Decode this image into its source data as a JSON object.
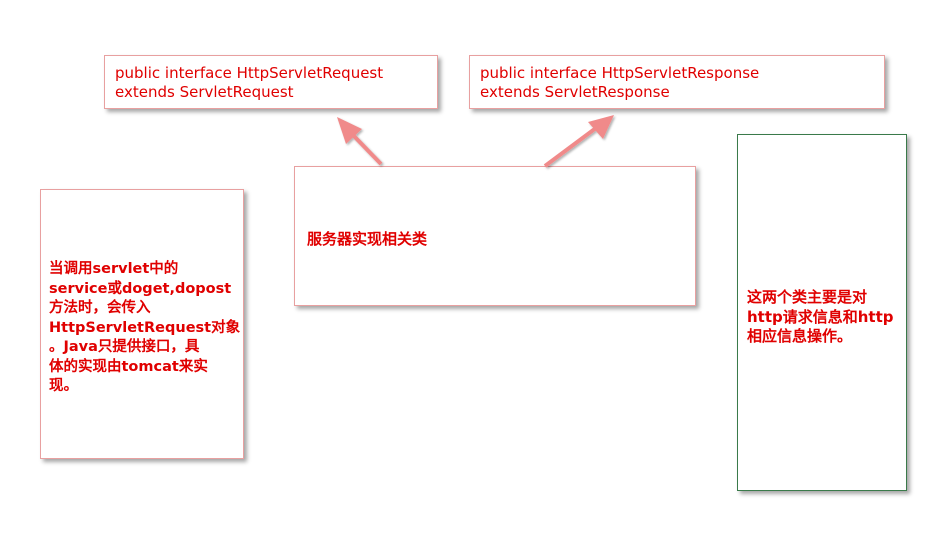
{
  "request_interface_box": {
    "line1": "public interface HttpServletRequest",
    "line2": "extends ServletRequest"
  },
  "response_interface_box": {
    "line1": "public interface HttpServletResponse",
    "line2": "extends ServletResponse"
  },
  "server_impl_box": {
    "text": "服务器实现相关类"
  },
  "left_note_box": {
    "text": "当调用servlet中的\nservice或doget,dopost\n方法时，会传入\nHttpServletRequest对象\n。Java只提供接口，具\n体的实现由tomcat来实\n现。"
  },
  "right_note_box": {
    "text": "这两个类主要是对\nhttp请求信息和http\n相应信息操作。"
  },
  "colors": {
    "text": "#e00000",
    "arrow": "#f08a8a",
    "box_border_red": "#e8a0a0",
    "box_border_green": "#3a7a4a"
  }
}
